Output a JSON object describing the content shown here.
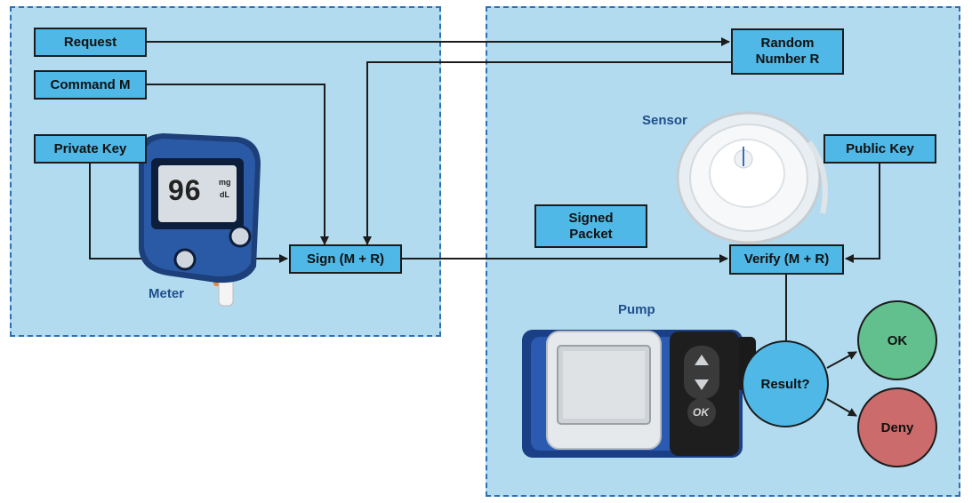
{
  "blocks": {
    "request": "Request",
    "command": "Command M",
    "private_key": "Private Key",
    "sign": "Sign (M + R)",
    "random": "Random\nNumber R",
    "public_key": "Public Key",
    "signed_packet": "Signed\nPacket",
    "verify": "Verify (M + R)"
  },
  "decision": {
    "question": "Result?",
    "ok": "OK",
    "deny": "Deny"
  },
  "devices": {
    "meter": "Meter",
    "sensor": "Sensor",
    "pump": "Pump",
    "meter_reading": "96",
    "meter_unit_top": "mg",
    "meter_unit_bottom": "dL",
    "pump_ok_button": "OK"
  },
  "colors": {
    "panel_bg": "#b3dbef",
    "panel_border": "#2f6fb0",
    "box_fill": "#4fb8e6",
    "ok_fill": "#62bf8e",
    "deny_fill": "#cc6b6b",
    "result_fill": "#4fb8e6"
  },
  "icons": [
    "glucose-meter-image",
    "cgm-sensor-image",
    "insulin-pump-image"
  ]
}
